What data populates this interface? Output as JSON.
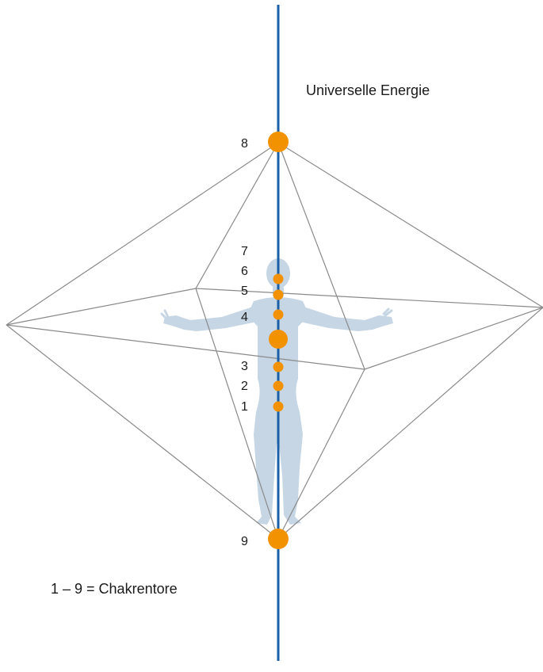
{
  "title": "Universelle Energie",
  "legend": "1 – 9 = Chakrentore",
  "chakras": [
    {
      "number": "1",
      "emphasis": "small"
    },
    {
      "number": "2",
      "emphasis": "small"
    },
    {
      "number": "3",
      "emphasis": "small"
    },
    {
      "number": "4",
      "emphasis": "large"
    },
    {
      "number": "5",
      "emphasis": "small"
    },
    {
      "number": "6",
      "emphasis": "small"
    },
    {
      "number": "7",
      "emphasis": "small"
    },
    {
      "number": "8",
      "emphasis": "large"
    },
    {
      "number": "9",
      "emphasis": "large"
    }
  ],
  "colors": {
    "energy_axis": "#1a5fa8",
    "chakra_dot": "#f39200",
    "octahedron_edge": "#8a8a8a",
    "figure": "#c6d6e4",
    "text": "#1a1a1a"
  },
  "icons": {
    "figure": "human-figure-icon"
  }
}
